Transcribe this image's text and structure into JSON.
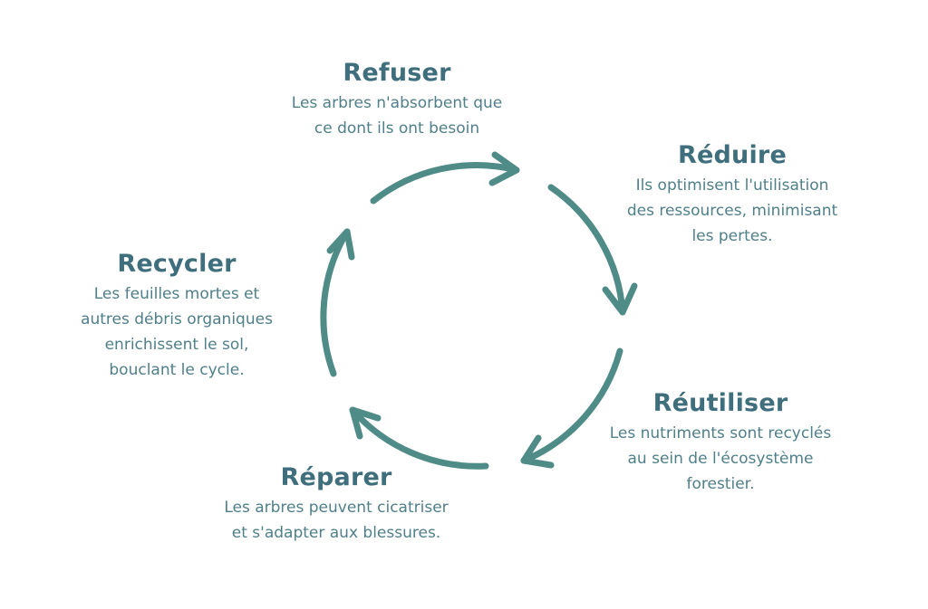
{
  "colors": {
    "title": "#3f6e7c",
    "text": "#4f7f89",
    "arrow": "#4f8b87"
  },
  "stages": {
    "refuser": {
      "title": "Refuser",
      "lines": [
        "Les arbres n'absorbent que",
        "ce dont ils ont besoin"
      ]
    },
    "reduire": {
      "title": "Réduire",
      "lines": [
        "Ils optimisent l'utilisation",
        "des ressources, minimisant",
        "les pertes."
      ]
    },
    "reutiliser": {
      "title": "Réutiliser",
      "lines": [
        "Les nutriments sont recyclés",
        "au sein de l'écosystème",
        "forestier."
      ]
    },
    "reparer": {
      "title": "Réparer",
      "lines": [
        "Les arbres peuvent cicatriser",
        "et s'adapter aux blessures."
      ]
    },
    "recycler": {
      "title": "Recycler",
      "lines": [
        "Les feuilles mortes et",
        "autres débris organiques",
        "enrichissent le sol,",
        "bouclant le cycle."
      ]
    }
  }
}
